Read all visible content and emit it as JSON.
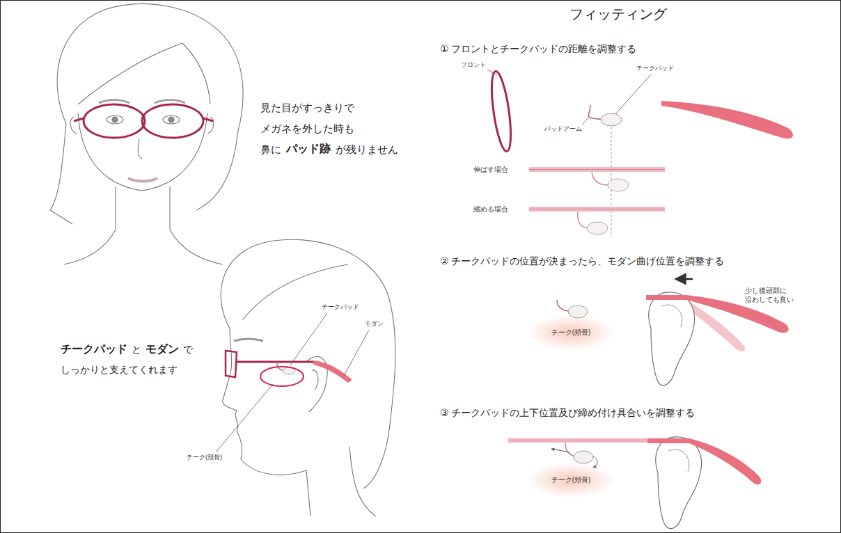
{
  "diagram": {
    "title": "フィッティング",
    "nodes": [
      {
        "text": [
          "チーク(頬骨)"
        ]
      },
      {
        "text": [
          "チーク(頬骨)"
        ]
      }
    ],
    "labels": [
      "見た目がすっきりで",
      "メガネを外した時も",
      "鼻に",
      "パッド跡",
      "が残りません",
      "チークパッド",
      "と",
      "モダン",
      "で",
      "しっかりと支えてくれます",
      "チークパッド",
      "モダン",
      "チーク(頬骨)",
      "① フロントとチークパッドの距離を調整する",
      "フロント",
      "チークパッド",
      "パッドアーム",
      "伸ばす場合",
      "縮める場合",
      "② チークパッドの位置が決まったら、モダン曲げ位置を調整する",
      "少し後頭部に 沿わしても良い",
      "③ チークパッドの上下位置及び締め付け具合いを調整する"
    ]
  }
}
